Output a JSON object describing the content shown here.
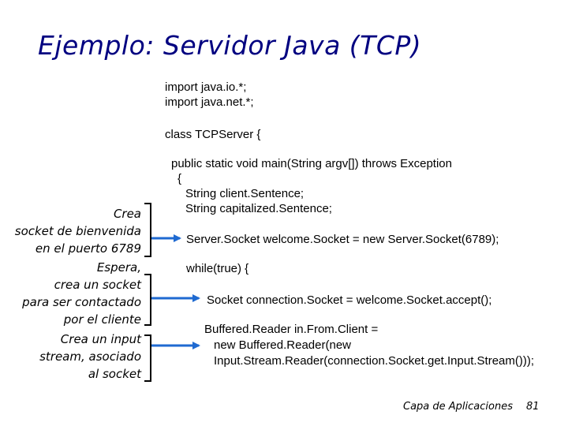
{
  "slide": {
    "title": "Ejemplo: Servidor Java (TCP)",
    "code": {
      "import_io": "import java.io.*;",
      "import_net": "import java.net.*;",
      "class_decl": "class TCPServer {",
      "main_decl": "public static void main(String argv[]) throws Exception",
      "open_brace": "{",
      "decl_client": "String client.Sentence;",
      "decl_capitalized": "String capitalized.Sentence;",
      "welcome_socket": "Server.Socket welcome.Socket = new Server.Socket(6789);",
      "while_loop": "while(true) {",
      "accept": "Socket connection.Socket = welcome.Socket.accept();",
      "reader_1": "Buffered.Reader in.From.Client =",
      "reader_2": "new Buffered.Reader(new",
      "reader_3": "Input.Stream.Reader(connection.Socket.get.Input.Stream()));"
    },
    "annotations": {
      "a1_line1": "Crea",
      "a1_line2": "socket de bienvenida",
      "a1_line3": "en el puerto 6789",
      "a2_line1": "Espera,",
      "a2_line2": "crea un socket",
      "a2_line3": "para ser contactado",
      "a2_line4": "por el cliente",
      "a3_line1": "Crea un input",
      "a3_line2": "stream, asociado",
      "a3_line3": "al socket"
    },
    "footer": {
      "label": "Capa de Aplicaciones",
      "page": "81"
    },
    "colors": {
      "title": "#000080",
      "arrow": "#1f6ad1",
      "bracket": "#000000"
    }
  }
}
